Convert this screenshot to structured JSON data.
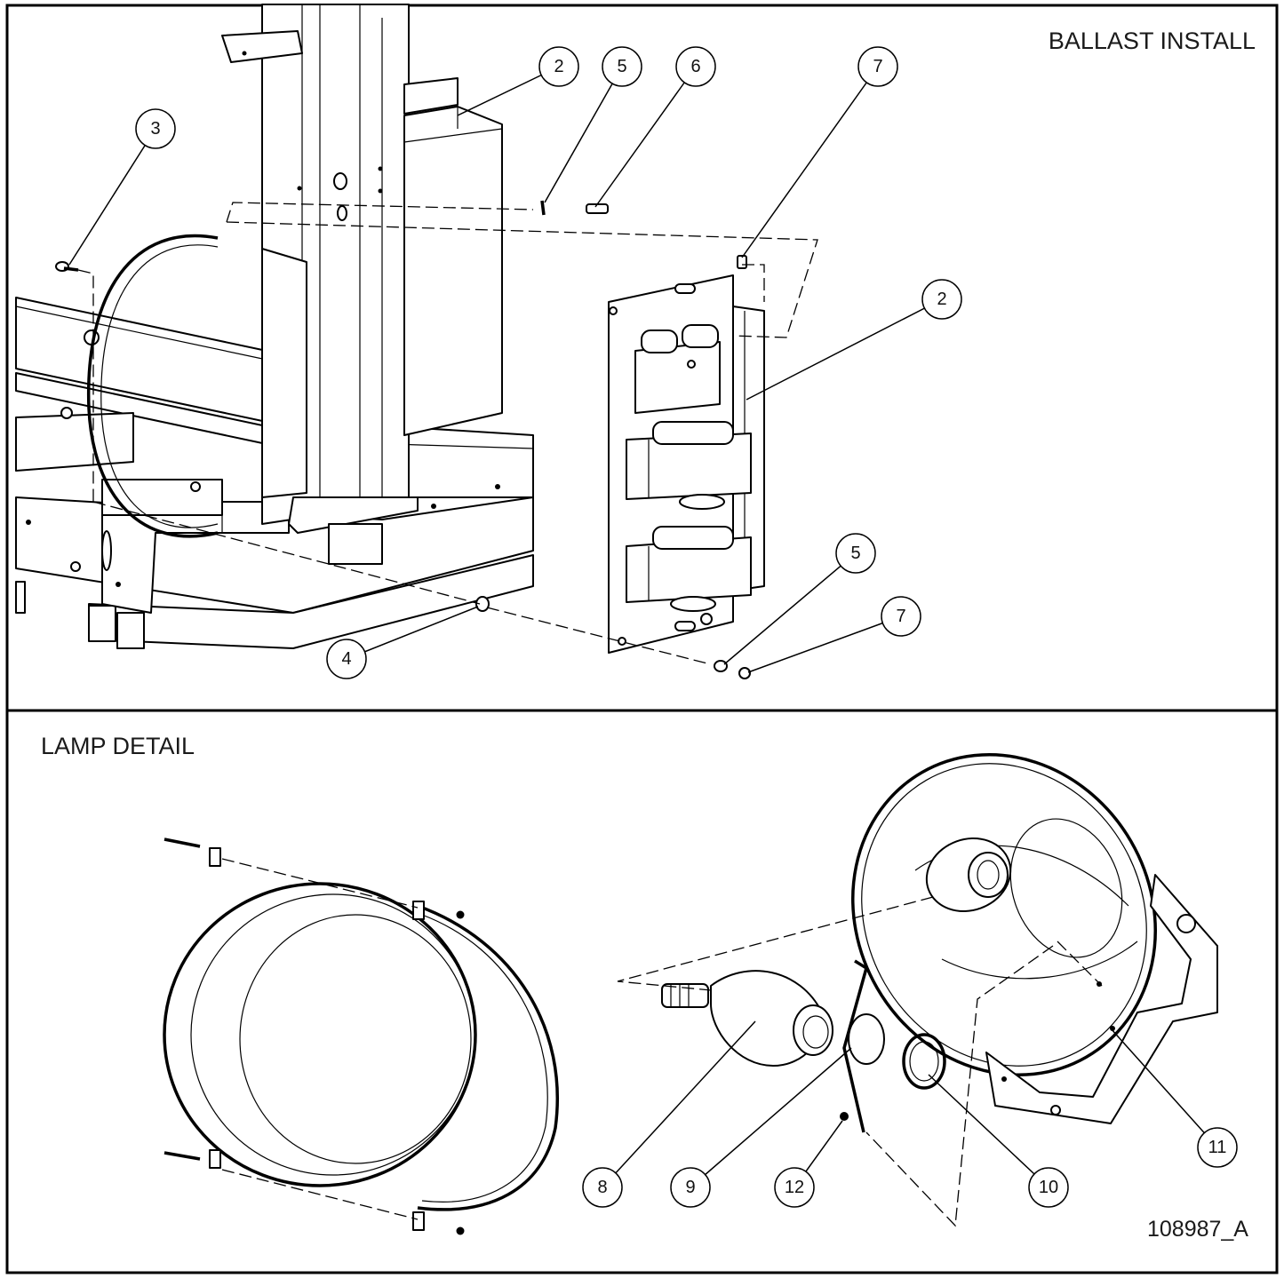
{
  "panels": {
    "ballast": {
      "title": "BALLAST INSTALL"
    },
    "lamp": {
      "title": "LAMP DETAIL"
    }
  },
  "drawing_number": "108987_A",
  "callouts": {
    "ballast": [
      {
        "id": "b2a",
        "label": "2"
      },
      {
        "id": "b5a",
        "label": "5"
      },
      {
        "id": "b6",
        "label": "6"
      },
      {
        "id": "b7a",
        "label": "7"
      },
      {
        "id": "b3",
        "label": "3"
      },
      {
        "id": "b2b",
        "label": "2"
      },
      {
        "id": "b5b",
        "label": "5"
      },
      {
        "id": "b7b",
        "label": "7"
      },
      {
        "id": "b4",
        "label": "4"
      }
    ],
    "lamp": [
      {
        "id": "l8",
        "label": "8"
      },
      {
        "id": "l9",
        "label": "9"
      },
      {
        "id": "l12",
        "label": "12"
      },
      {
        "id": "l10",
        "label": "10"
      },
      {
        "id": "l11",
        "label": "11"
      }
    ]
  }
}
